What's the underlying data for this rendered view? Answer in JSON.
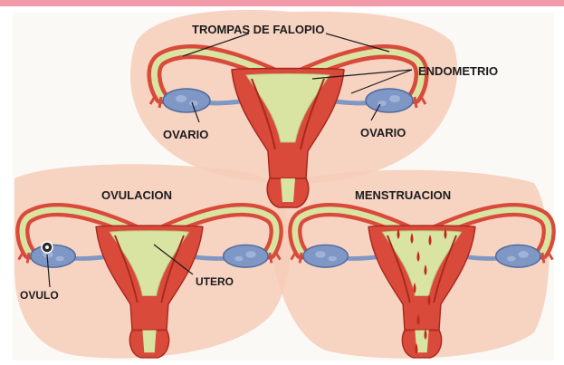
{
  "colors": {
    "top_bar": "#f29aa8",
    "paper": "#fbf9f6",
    "halo": "#f6cdb9",
    "muscle": "#d94a3a",
    "muscle_dark": "#a8281f",
    "lining": "#d9e3a2",
    "ovary": "#7f97c4",
    "ovary_dark": "#4e6aa0",
    "blood": "#c0261d"
  },
  "labels": {
    "fallopian_tubes": "TROMPAS DE FALOPIO",
    "endometrium": "ENDOMETRIO",
    "ovary_left": "OVARIO",
    "ovary_right": "OVARIO",
    "ovulation": "OVULACION",
    "menstruation": "MENSTRUACION",
    "ovum": "OVULO",
    "uterus": "UTERO"
  },
  "icons": [
    "uterus-icon",
    "ovary-icon",
    "ovum-icon"
  ]
}
